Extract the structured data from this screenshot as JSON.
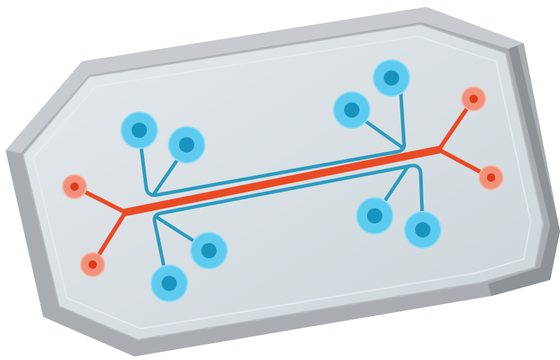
{
  "diagram": {
    "kind": "microfluidic-chip",
    "colors": {
      "chip_outer": "#a9adb2",
      "chip_rim_light": "#c7cbcf",
      "chip_rim_dark": "#8d9297",
      "chip_surface": "#d6dde1",
      "chip_inner_highlight": "#e3e8eb",
      "orange_channel": "#ea4a24",
      "orange_port_outer": "#f3907a",
      "orange_port_inner": "#e23a1c",
      "blue_channel": "#2b9bc0",
      "blue_port_outer": "#5ccbef",
      "blue_port_inner": "#1a93bd"
    },
    "ports": {
      "orange_count": 4,
      "blue_count": 8
    }
  }
}
